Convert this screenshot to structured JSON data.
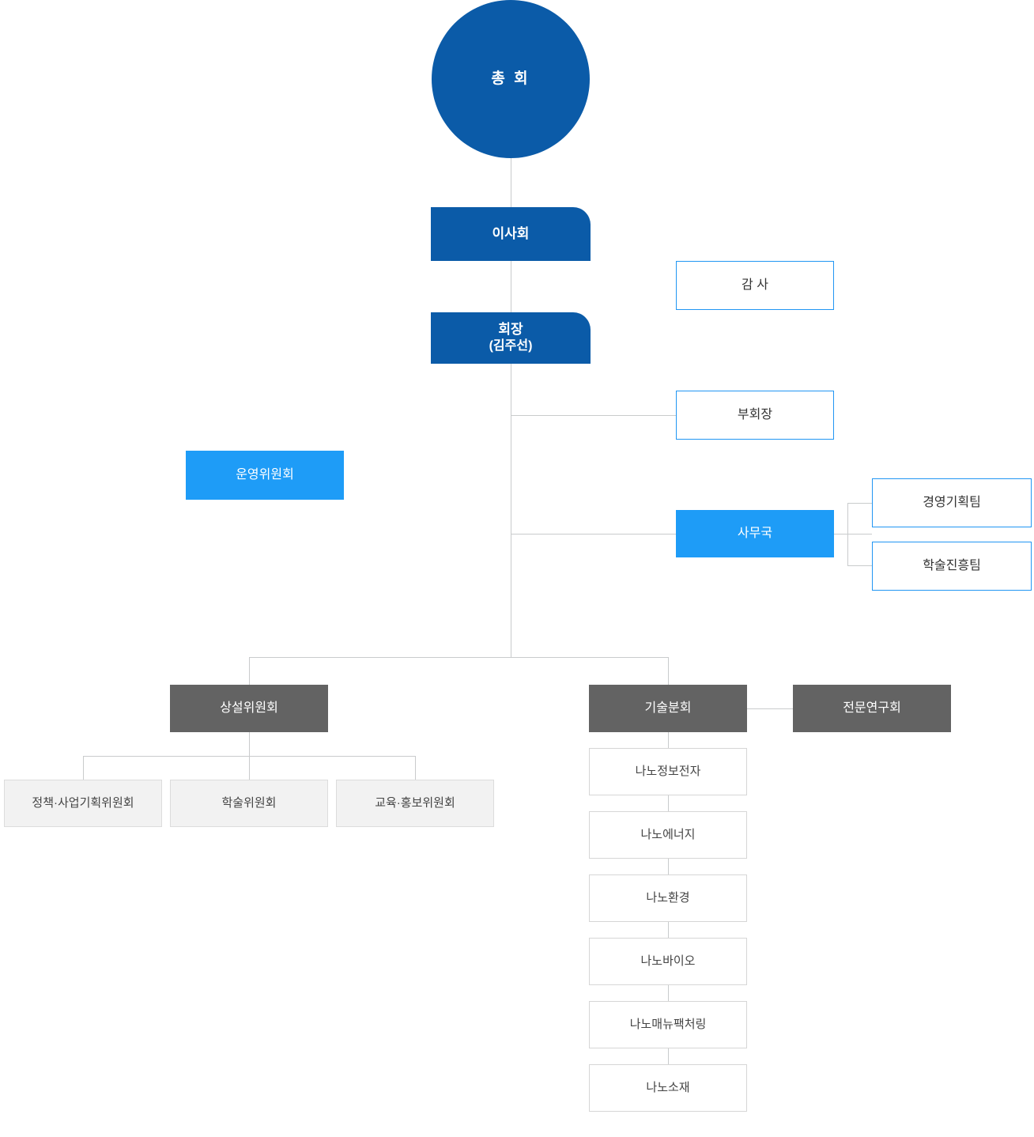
{
  "chart_data": {
    "type": "diagram",
    "title": "조직도",
    "nodes": [
      {
        "id": "assembly",
        "label": "총 회",
        "style": "circle-navy"
      },
      {
        "id": "board",
        "label": "이사회",
        "style": "navy"
      },
      {
        "id": "president",
        "label": "회장",
        "sublabel": "(김주선)",
        "style": "navy"
      },
      {
        "id": "auditor",
        "label": "감 사",
        "style": "white-blue-outline"
      },
      {
        "id": "vice_president",
        "label": "부회장",
        "style": "white-blue-outline"
      },
      {
        "id": "steering",
        "label": "운영위원회",
        "style": "cyan"
      },
      {
        "id": "secretariat",
        "label": "사무국",
        "style": "cyan"
      },
      {
        "id": "team_mgmt",
        "label": "경영기획팀",
        "style": "white-blue-outline"
      },
      {
        "id": "team_academic",
        "label": "학술진흥팀",
        "style": "white-blue-outline"
      },
      {
        "id": "standing",
        "label": "상설위원회",
        "style": "gray"
      },
      {
        "id": "tech_branch",
        "label": "기술분회",
        "style": "gray"
      },
      {
        "id": "research_group",
        "label": "전문연구회",
        "style": "gray"
      },
      {
        "id": "policy",
        "label": "정책·사업기획위원회",
        "style": "light-gray"
      },
      {
        "id": "academic",
        "label": "학술위원회",
        "style": "light-gray"
      },
      {
        "id": "edu_pr",
        "label": "교육·홍보위원회",
        "style": "light-gray"
      },
      {
        "id": "nano_ie",
        "label": "나노정보전자",
        "style": "plain"
      },
      {
        "id": "nano_energy",
        "label": "나노에너지",
        "style": "plain"
      },
      {
        "id": "nano_env",
        "label": "나노환경",
        "style": "plain"
      },
      {
        "id": "nano_bio",
        "label": "나노바이오",
        "style": "plain"
      },
      {
        "id": "nano_mfg",
        "label": "나노매뉴팩처링",
        "style": "plain"
      },
      {
        "id": "nano_mat",
        "label": "나노소재",
        "style": "plain"
      }
    ],
    "edges": [
      {
        "from": "assembly",
        "to": "board"
      },
      {
        "from": "board",
        "to": "president"
      },
      {
        "from": "president",
        "to": "vice_president"
      },
      {
        "from": "president",
        "to": "secretariat"
      },
      {
        "from": "president",
        "to": "standing"
      },
      {
        "from": "president",
        "to": "tech_branch"
      },
      {
        "from": "secretariat",
        "to": "team_mgmt"
      },
      {
        "from": "secretariat",
        "to": "team_academic"
      },
      {
        "from": "standing",
        "to": "policy"
      },
      {
        "from": "standing",
        "to": "academic"
      },
      {
        "from": "standing",
        "to": "edu_pr"
      },
      {
        "from": "tech_branch",
        "to": "research_group"
      },
      {
        "from": "tech_branch",
        "to": "nano_ie"
      },
      {
        "from": "nano_ie",
        "to": "nano_energy"
      },
      {
        "from": "nano_energy",
        "to": "nano_env"
      },
      {
        "from": "nano_env",
        "to": "nano_bio"
      },
      {
        "from": "nano_bio",
        "to": "nano_mfg"
      },
      {
        "from": "nano_mfg",
        "to": "nano_mat"
      }
    ]
  },
  "org": {
    "assembly": {
      "label": "총 회"
    },
    "board": {
      "label": "이사회"
    },
    "president": {
      "label": "회장",
      "sublabel": "(김주선)"
    },
    "auditor": {
      "label": "감 사"
    },
    "vice_president": {
      "label": "부회장"
    },
    "steering_committee": {
      "label": "운영위원회"
    },
    "secretariat": {
      "label": "사무국"
    },
    "secretariat_teams": [
      {
        "label": "경영기획팀"
      },
      {
        "label": "학술진흥팀"
      }
    ],
    "standing_committee": {
      "label": "상설위원회"
    },
    "standing_children": [
      {
        "label": "정책·사업기획위원회"
      },
      {
        "label": "학술위원회"
      },
      {
        "label": "교육·홍보위원회"
      }
    ],
    "tech_branch": {
      "label": "기술분회"
    },
    "research_group": {
      "label": "전문연구회"
    },
    "tech_children": [
      {
        "label": "나노정보전자"
      },
      {
        "label": "나노에너지"
      },
      {
        "label": "나노환경"
      },
      {
        "label": "나노바이오"
      },
      {
        "label": "나노매뉴팩처링"
      },
      {
        "label": "나노소재"
      }
    ]
  },
  "colors": {
    "navy": "#0b5ba8",
    "cyan": "#1e9cf7",
    "gray": "#636363",
    "light_gray_fill": "#f2f2f2",
    "blue_outline": "#2196f3",
    "connector": "#c9cbcc",
    "background": "#ffffff"
  }
}
